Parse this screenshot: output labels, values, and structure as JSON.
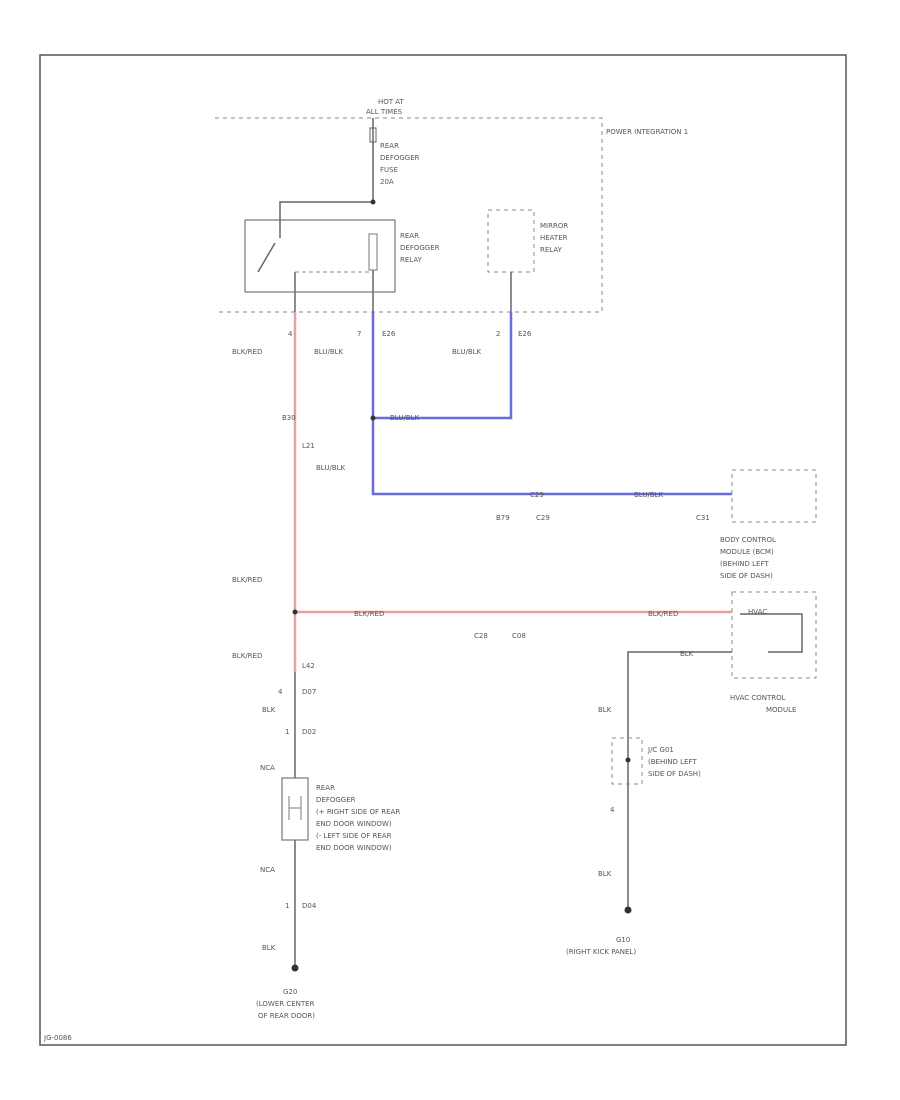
{
  "labels": {
    "hot": [
      "HOT AT",
      "ALL TIMES"
    ],
    "power_integration": "POWER INTEGRATION 1",
    "fuse": [
      "REAR",
      "DEFOGGER",
      "FUSE",
      "20A"
    ],
    "relay": [
      "REAR",
      "DEFOGGER",
      "RELAY"
    ],
    "mirror_relay": [
      "MIRROR",
      "HEATER",
      "RELAY"
    ],
    "pin_4": "4",
    "pin_7": "7",
    "pin_2": "2",
    "e26_a": "E26",
    "e26_b": "E26",
    "wire_blkred_1": "BLK/RED",
    "wire_blublk_1": "BLU/BLK",
    "wire_blublk_2": "BLU/BLK",
    "conn_b": "B30",
    "conn_l": "L21",
    "wire_blublk_3": "BLU/BLK",
    "wire_blublk_4": "BLU/BLK",
    "wire_blublk_5": "BLU/BLK",
    "c29_label": "C29",
    "b79": "B79",
    "c29_pin": "C29",
    "c31": "C31",
    "bcm": [
      "BODY CONTROL",
      "MODULE (BCM)",
      "(BEHIND LEFT",
      "SIDE OF DASH)"
    ],
    "wire_blkred_2": "BLK/RED",
    "wire_blkred_3": "BLK/RED",
    "wire_blkred_4": "BLK/RED",
    "c28": "C28",
    "c08": "C08",
    "wire_blkred_5": "BLK/RED",
    "l42": "L42",
    "hvac_pin": "HVAC",
    "wire_blk_1": "BLK",
    "hvac": [
      "HVAC CONTROL",
      "MODULE"
    ],
    "pin_4b": "4",
    "d07": "D07",
    "wire_blk_2": "BLK",
    "pin_1": "1",
    "d02": "D02",
    "wire_nca_1": "NCA",
    "defogger": [
      "REAR",
      "DEFOGGER",
      "(+ RIGHT SIDE OF REAR",
      "END DOOR WINDOW)",
      "(- LEFT SIDE OF REAR",
      "END DOOR WINDOW)"
    ],
    "wire_blk_3": "BLK",
    "jc": [
      "J/C G01",
      "(BEHIND LEFT",
      "SIDE OF DASH)"
    ],
    "pin_4c": "4",
    "wire_nca_2": "NCA",
    "pin_1b": "1",
    "d04": "D04",
    "wire_blk_4": "BLK",
    "wire_blk_5": "BLK",
    "ground_left": [
      "G20",
      "(LOWER CENTER",
      "OF REAR DOOR)"
    ],
    "ground_right": [
      "G10",
      "(RIGHT KICK PANEL)"
    ],
    "figure_id": "JG-0086"
  },
  "colors": {
    "power_wire": "#e8a0a0",
    "signal_wire": "#6a6ae0",
    "line": "#666666"
  }
}
